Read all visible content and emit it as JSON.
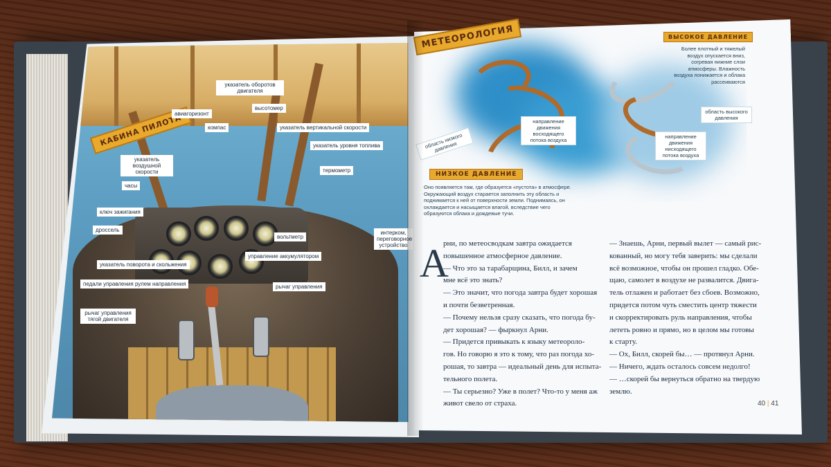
{
  "left_page": {
    "title": "КАБИНА ПИЛОТА",
    "labels": {
      "rpm": "указатель оборотов двигателя",
      "horizon": "авиагоризонт",
      "altimeter": "высотомер",
      "compass": "компас",
      "vsi": "указатель вертикальной скорости",
      "fuel": "указатель уровня топлива",
      "airspeed": "указатель воздушной скорости",
      "thermometer": "термометр",
      "clock": "часы",
      "ignition": "ключ зажигания",
      "choke": "дроссель",
      "voltmeter": "вольтметр",
      "intercom": "интерком, переговорное устройство",
      "battery": "управление аккумулятором",
      "turn_slip": "указатель поворота и скольжения",
      "rudder": "педали управления рулем направления",
      "stick": "рычаг управления",
      "throttle": "рычаг управления тягой двигателя"
    }
  },
  "right_page": {
    "title": "МЕТЕОРОЛОГИЯ",
    "high_pressure_title": "ВЫСОКОЕ ДАВЛЕНИЕ",
    "high_pressure_text": "Более плотный и тяжелый воздух опускается вниз, согревая нижние слои атмосферы. Влажность воздуха понижается и облака рассеиваются",
    "low_pressure_area": "область низкого давления",
    "rising_flow": "направление движения восходящего потока воздуха",
    "high_pressure_area": "область высокого давления",
    "sinking_flow": "направление движения нисходящего потока воздуха",
    "low_pressure_title": "НИЗКОЕ ДАВЛЕНИЕ",
    "low_pressure_text": "Оно появляется там, где образуется «пустота» в атмосфере. Окружающий воздух старается заполнить эту область и поднимается к ней от поверхности земли. Поднимаясь, он охлаждается и насыщается влагой, вследствие чего образуются облака и дождевые тучи.",
    "dropcap": "А",
    "col1": [
      "рни, по метеосводкам завтра ожидается",
      "повышенное атмосферное давление.",
      "— Что это за тарабарщина, Билл, и зачем",
      "мне всё это знать?",
      "— Это значит, что погода завтра будет хорошая",
      "и почти безветренная.",
      "— Почему нельзя сразу сказать, что погода бу-",
      "дет хорошая? — фыркнул Арни.",
      "— Придется привыкать к языку метеороло-",
      "гов. Но говорю я это к тому, что раз погода хо-",
      "рошая, то завтра — идеальный день для испыта-",
      "тельного полета.",
      "— Ты серьезно? Уже в полет? Что-то у меня аж",
      "живот свело от страха."
    ],
    "col2": [
      "— Знаешь, Арни, первый вылет — самый рис-",
      "кованный, но могу тебя заверить: мы сделали",
      "всё возможное, чтобы он прошел гладко. Обе-",
      "щаю, самолет в воздухе не развалится. Двига-",
      "тель отлажен и работает без сбоев. Возможно,",
      "придется потом чуть сместить центр тяжести",
      "и скорректировать руль направления, чтобы",
      "лететь ровно и прямо, но в целом мы готовы",
      "к старту.",
      "— Ох, Билл, скорей бы… — протянул Арни.",
      "— Ничего, ждать осталось совсем недолго!",
      "— …скорей бы вернуться обратно на твердую",
      "землю."
    ],
    "page_left": "40",
    "page_sep": "|",
    "page_right": "41"
  },
  "colors": {
    "ribbon": "#e8a92d",
    "swirl": "#b06a2a",
    "sky": "#5e9fc3",
    "table": "#5a2d17"
  }
}
